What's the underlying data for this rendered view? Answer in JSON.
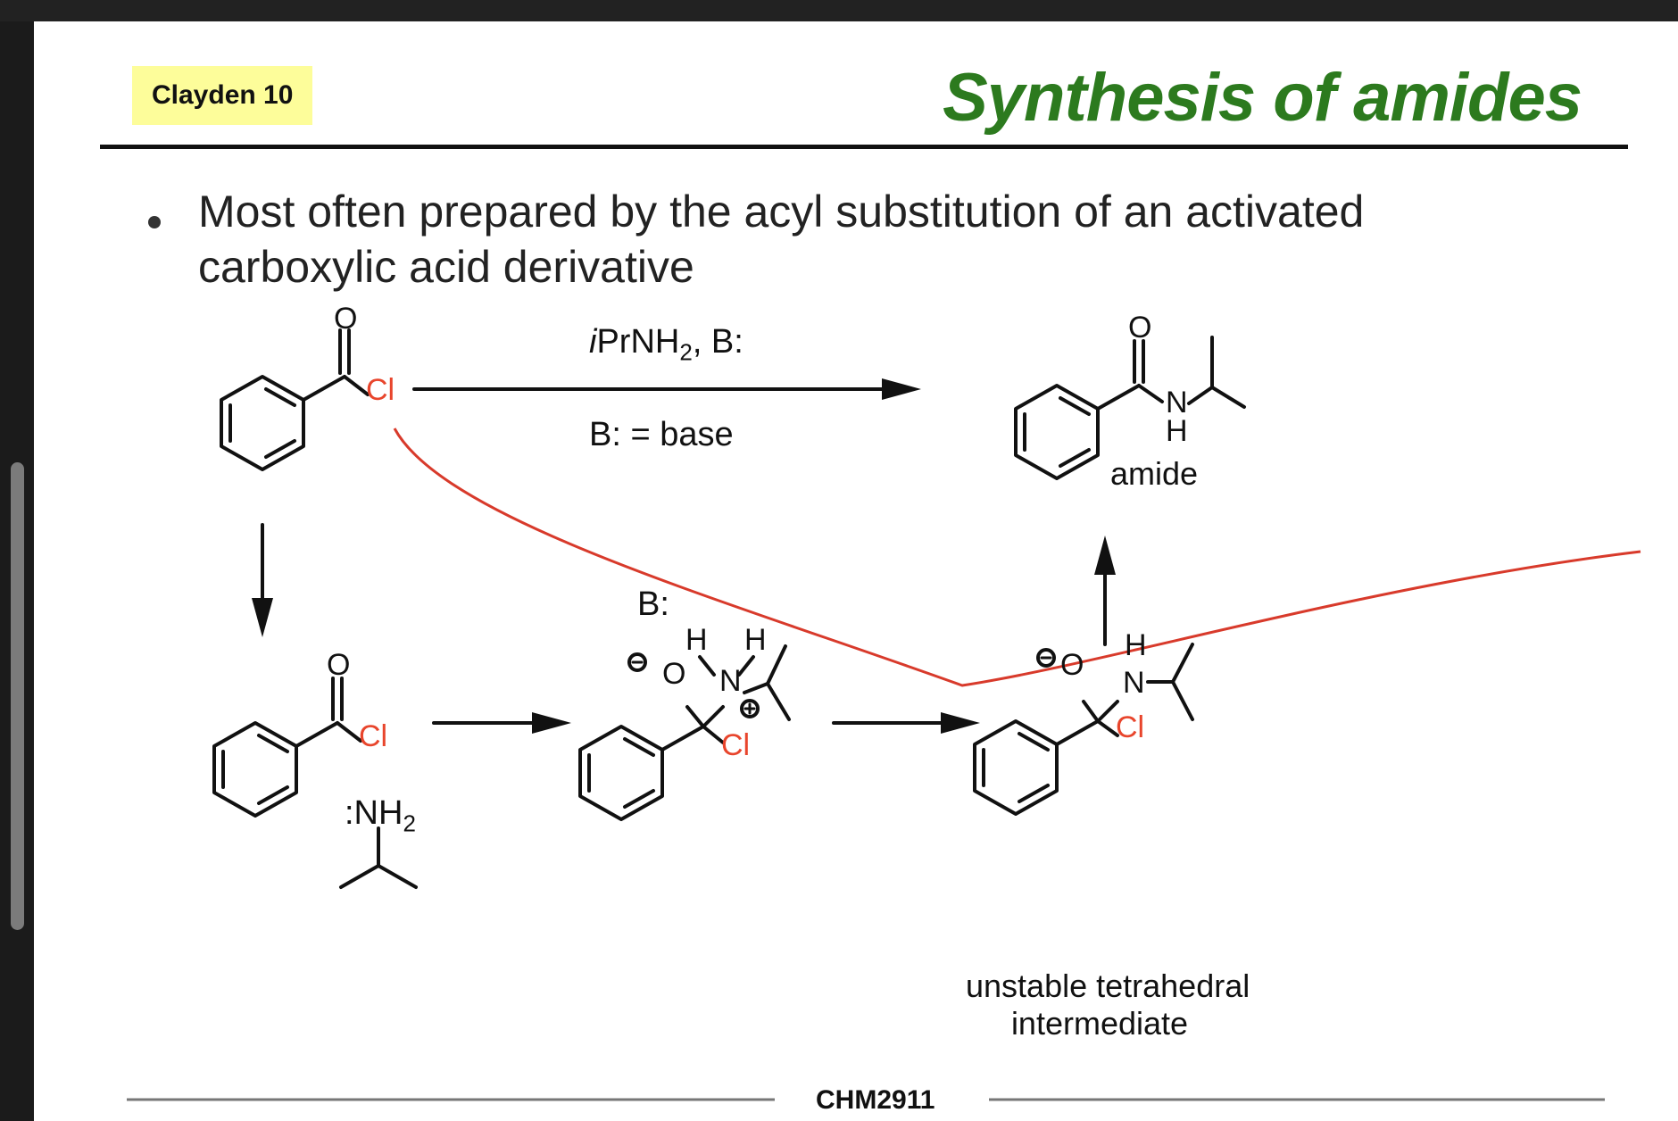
{
  "slide": {
    "tag": "Clayden 10",
    "title": "Synthesis of amides",
    "bullet": "Most often prepared by the acyl substitution of an activated carboxylic acid derivative",
    "reagent_top_prefix": "i",
    "reagent_top_main": "PrNH",
    "reagent_top_sub": "2",
    "reagent_top_suffix": ", B:",
    "reagent_bottom": "B:  = base",
    "amine_label": ":NH",
    "amine_sub": "2",
    "base_label": "B:",
    "amide_caption": "amide",
    "intermediate_caption_1": "unstable tetrahedral",
    "intermediate_caption_2": "intermediate",
    "footer": "CHM2911",
    "atoms": {
      "o": "O",
      "cl": "Cl",
      "n": "N",
      "h": "H"
    }
  },
  "colors": {
    "title_green": "#2c7a1e",
    "chlorine_red": "#e8452c",
    "annotation_red": "#d83a2b",
    "tag_yellow": "#fdfd9a"
  }
}
